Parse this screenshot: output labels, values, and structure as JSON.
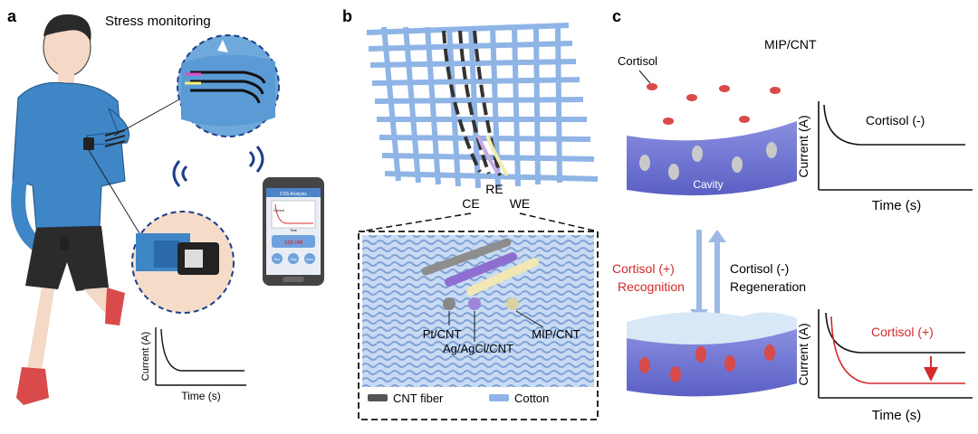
{
  "panel_a": {
    "letter": "a",
    "title": "Stress monitoring",
    "phone": {
      "header": "FSS Analysis",
      "screen_xlabel": "Time",
      "screen_ylabel": "Current",
      "result_value": "133 nM",
      "buttons": [
        "Run",
        "Stop",
        "Save"
      ]
    },
    "plot": {
      "ylabel": "Current (A)",
      "xlabel": "Time (s)"
    }
  },
  "panel_b": {
    "letter": "b",
    "electrodes": [
      "CE",
      "RE",
      "WE"
    ],
    "fiber_labels": [
      "Pt/CNT",
      "Ag/AgCl/CNT",
      "MIP/CNT"
    ],
    "legend": [
      {
        "label": "CNT fiber",
        "color": "#555555"
      },
      {
        "label": "Cotton",
        "color": "#8fb4e6"
      }
    ]
  },
  "panel_c": {
    "letter": "c",
    "title": "MIP/CNT",
    "cortisol_label": "Cortisol",
    "cavity_label": "Cavity",
    "recognition": {
      "line1": "Cortisol  (+)",
      "line2": "Recognition"
    },
    "regeneration": {
      "line1": "Cortisol  (-)",
      "line2": "Regeneration"
    },
    "plot_top": {
      "ylabel": "Current (A)",
      "xlabel": "Time (s)",
      "annotation": "Cortisol  (-)"
    },
    "plot_bottom": {
      "ylabel": "Current (A)",
      "xlabel": "Time (s)",
      "annotation": "Cortisol  (+)"
    }
  },
  "colors": {
    "red": "#d42a2a",
    "blue_fabric": "#8fb4e6",
    "shirt": "#3f86c6",
    "arrow": "#9cb9e8"
  }
}
